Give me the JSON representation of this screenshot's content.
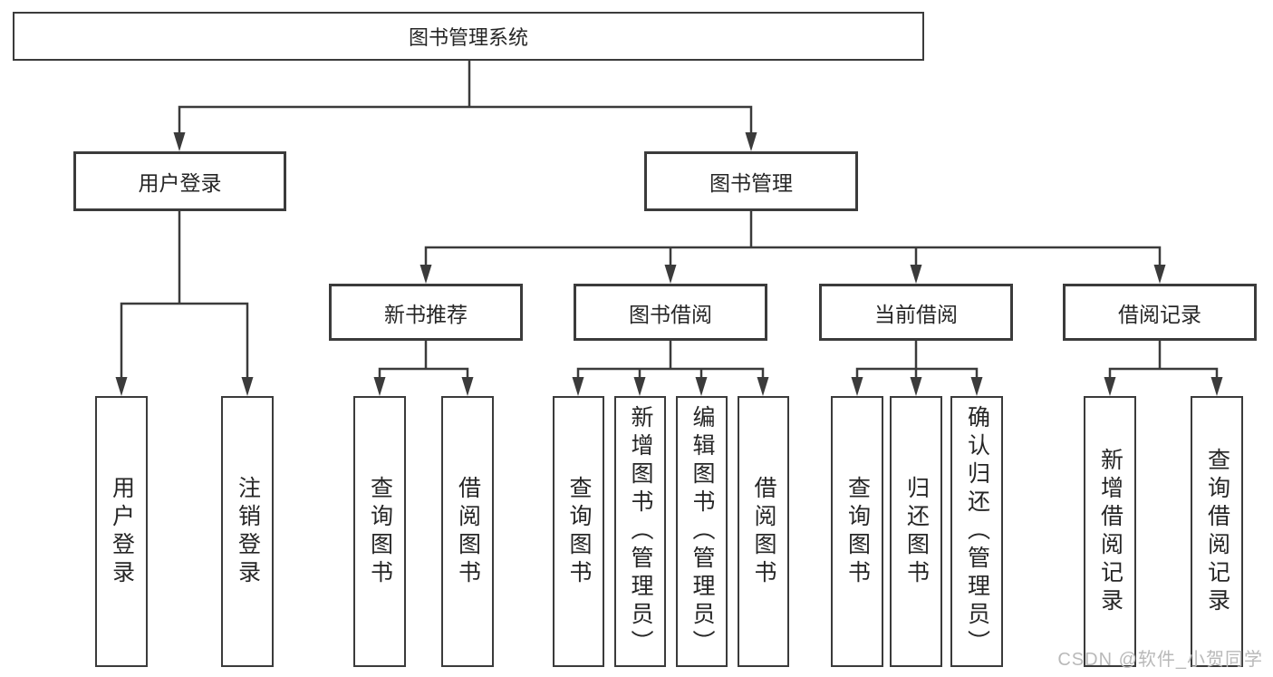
{
  "nodes": {
    "root": {
      "label": "图书管理系统"
    },
    "user": {
      "label": "用户登录"
    },
    "books": {
      "label": "图书管理"
    },
    "recommend": {
      "label": "新书推荐"
    },
    "borrow": {
      "label": "图书借阅"
    },
    "current": {
      "label": "当前借阅"
    },
    "records": {
      "label": "借阅记录"
    }
  },
  "leaves": {
    "user": [
      "用户登录",
      "注销登录"
    ],
    "recommend": [
      "查询图书",
      "借阅图书"
    ],
    "borrow": [
      "查询图书",
      "新增图书（管理员）",
      "编辑图书（管理员）",
      "借阅图书"
    ],
    "current": [
      "查询图书",
      "归还图书",
      "确认归还（管理员）"
    ],
    "records": [
      "新增借阅记录",
      "查询借阅记录"
    ]
  },
  "watermark": {
    "text": "CSDN @软件_小贺同学"
  },
  "colors": {
    "line": "#3b3b3b",
    "box_border": "#3b3b3b",
    "text": "#262626",
    "background": "#ffffff",
    "watermark": "#b9b9b9"
  }
}
